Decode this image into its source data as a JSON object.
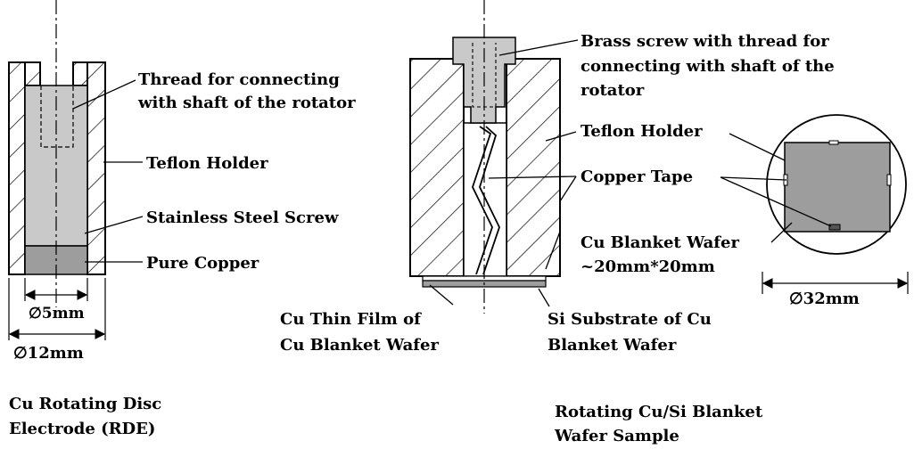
{
  "rde": {
    "thread_label": [
      "Thread for connecting",
      "with shaft of the rotator"
    ],
    "holder_label": "Teflon Holder",
    "screw_label": "Stainless Steel Screw",
    "copper_label": "Pure Copper",
    "dim_inner": "∅5mm",
    "dim_outer": "∅12mm",
    "caption": [
      "Cu Rotating Disc",
      "Electrode (RDE)"
    ]
  },
  "wafer_sample": {
    "brass_label": [
      "Brass screw with thread for",
      "connecting with shaft of the",
      "rotator"
    ],
    "holder_label": "Teflon Holder",
    "tape_label": "Copper Tape",
    "blanket_label": [
      "Cu Blanket Wafer",
      "~20mm*20mm"
    ],
    "dim_diameter": "∅32mm",
    "film_label": [
      "Cu Thin Film of",
      "Cu Blanket Wafer"
    ],
    "substrate_label": [
      "Si Substrate of Cu",
      "Blanket Wafer"
    ],
    "caption": [
      "Rotating Cu/Si Blanket",
      "Wafer Sample"
    ]
  },
  "colors": {
    "fill_gray": "#c9c9c9",
    "copper_gray": "#9d9d9d",
    "line": "#000000"
  }
}
